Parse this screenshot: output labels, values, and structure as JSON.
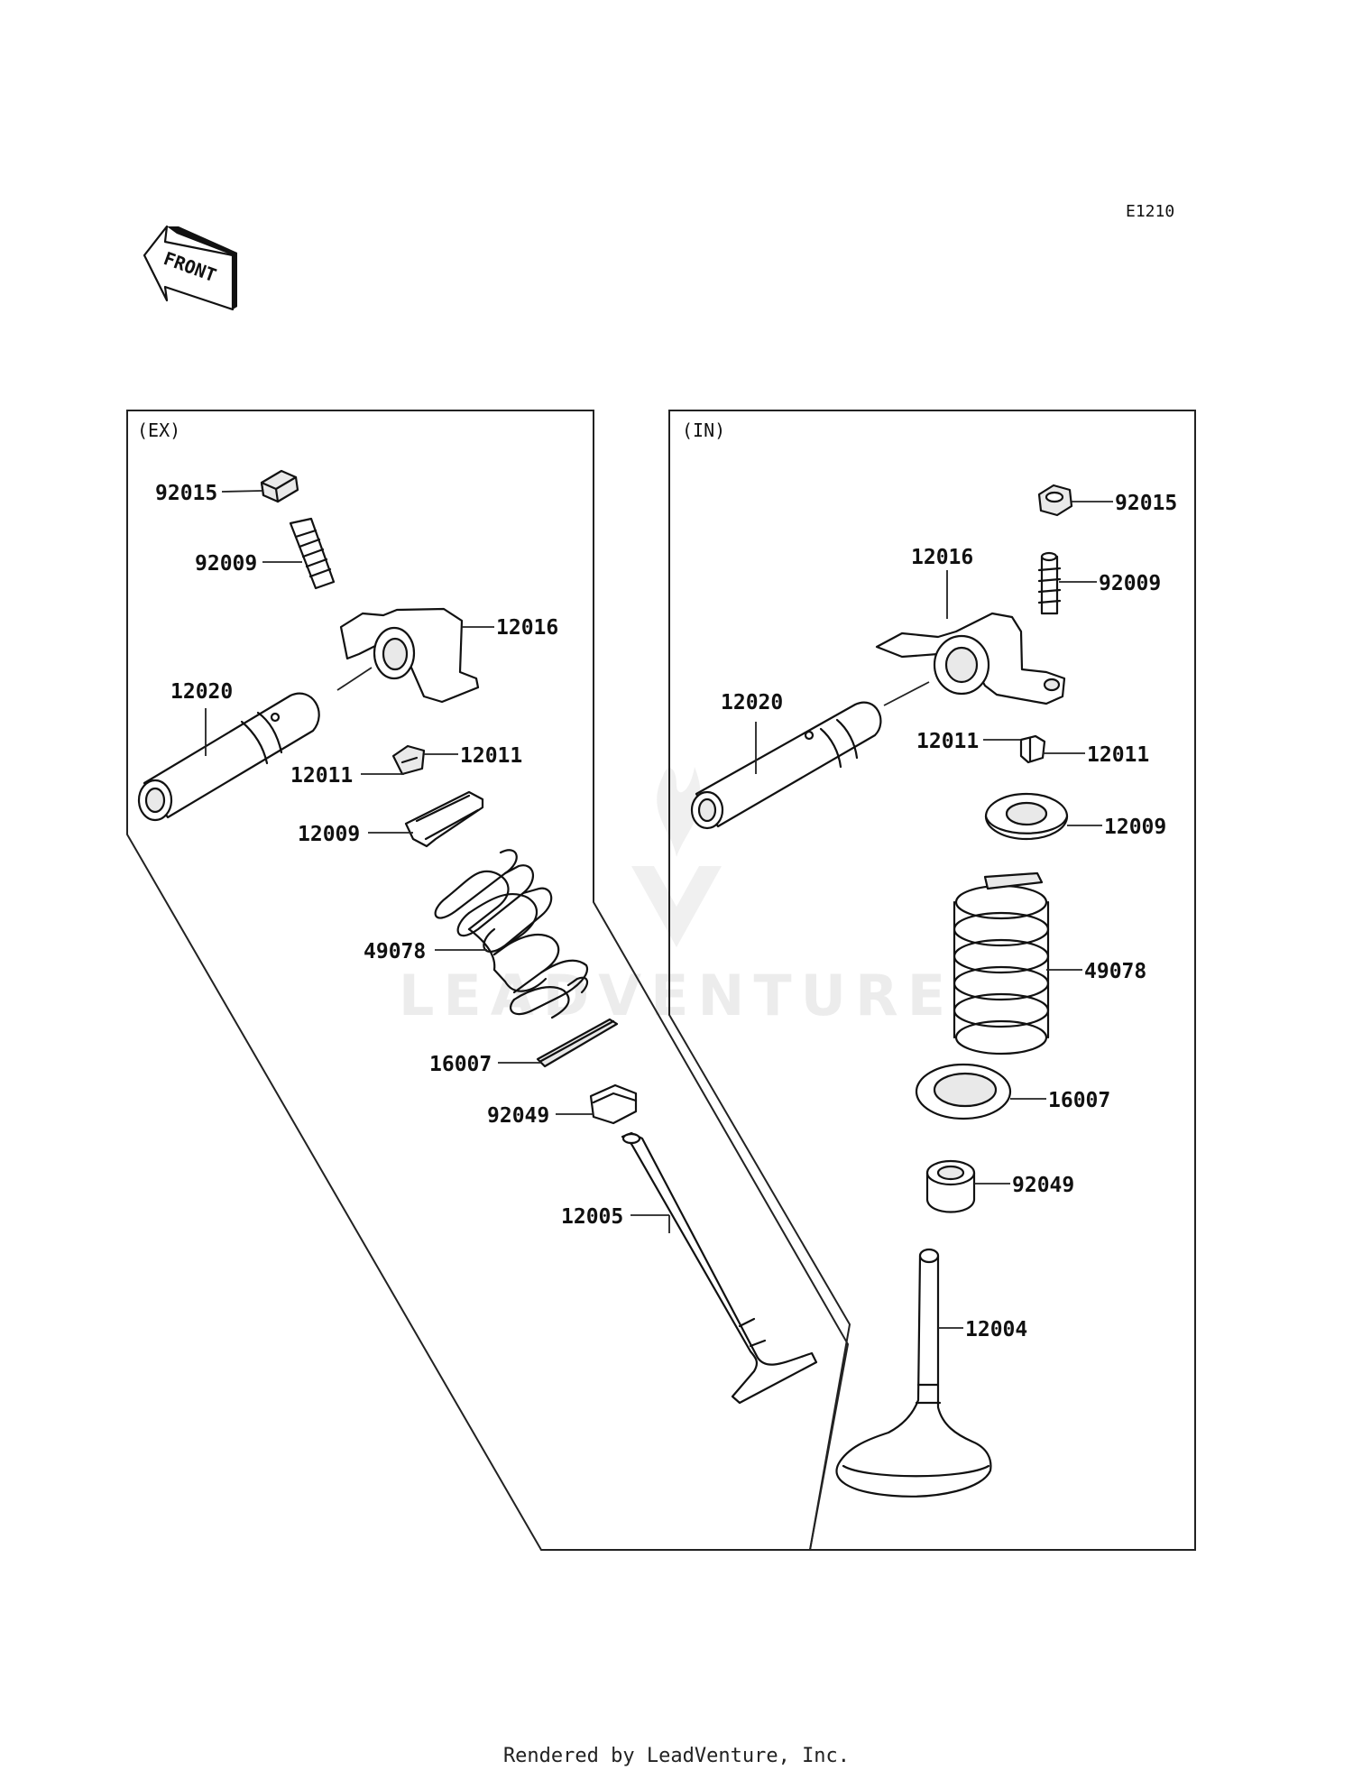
{
  "diagram_code": "E1210",
  "front_label": "FRONT",
  "watermark": "LEADVENTURE",
  "footer": "Rendered by LeadVenture, Inc.",
  "sections": {
    "exhaust": {
      "title": "(EX)",
      "labels": {
        "nut": "92015",
        "adjuster_screw": "92009",
        "rocker_arm": "12016",
        "rocker_shaft": "12020",
        "cotter_right": "12011",
        "cotter_left": "12011",
        "retainer": "12009",
        "spring": "49078",
        "spring_seat": "16007",
        "oil_seal": "92049",
        "valve": "12005"
      }
    },
    "intake": {
      "title": "(IN)",
      "labels": {
        "nut": "92015",
        "rocker_arm": "12016",
        "adjuster_screw": "92009",
        "rocker_shaft": "12020",
        "cotter_left": "12011",
        "cotter_right": "12011",
        "retainer": "12009",
        "spring": "49078",
        "spring_seat": "16007",
        "oil_seal": "92049",
        "valve": "12004"
      }
    }
  }
}
